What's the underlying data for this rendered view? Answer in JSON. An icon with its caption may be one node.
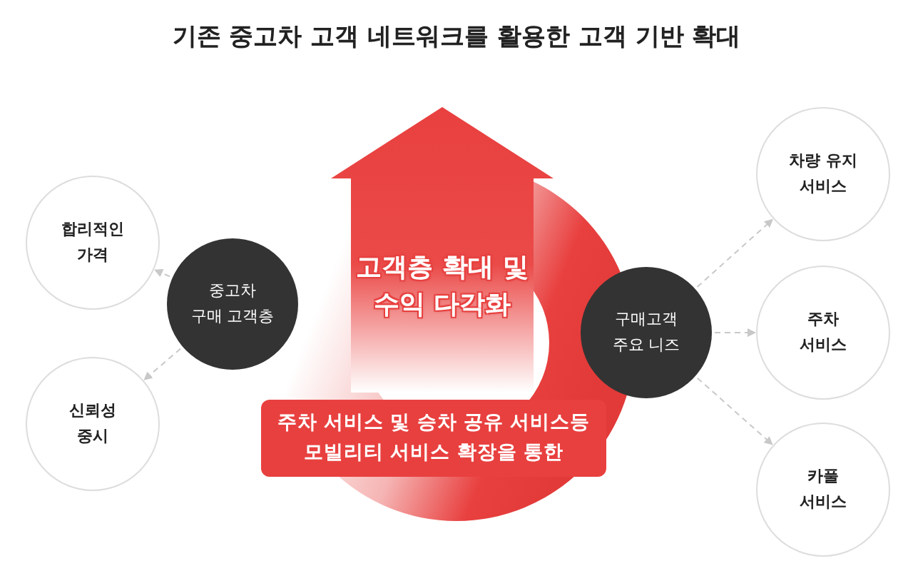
{
  "diagram": {
    "title": "기존 중고차 고객 네트워크를 활용한 고객 기반 확대",
    "nodes": [
      {
        "text": [
          "합리적인 가격"
        ]
      },
      {
        "text": [
          "신뢰성 중시"
        ]
      },
      {
        "text": [
          "중고차 구매 고객층"
        ]
      },
      {
        "text": [
          "고객층 확대 및 수익 다각화"
        ]
      },
      {
        "text": [
          "주차 서비스 및 승차 공유 서비스등 모빌리티 서비스 확장을 통한"
        ]
      },
      {
        "text": [
          "구매고객 주요 니즈"
        ]
      },
      {
        "text": [
          "차량 유지 서비스"
        ]
      },
      {
        "text": [
          "주차 서비스"
        ]
      },
      {
        "text": [
          "카풀 서비스"
        ]
      }
    ],
    "edges": [
      {
        "from": 2,
        "to": 0,
        "arrow": "to",
        "style": "dashed"
      },
      {
        "from": 2,
        "to": 1,
        "arrow": "to",
        "style": "dashed"
      },
      {
        "from": 5,
        "to": 6,
        "arrow": "to",
        "style": "dashed"
      },
      {
        "from": 5,
        "to": 7,
        "arrow": "to",
        "style": "dashed"
      },
      {
        "from": 5,
        "to": 8,
        "arrow": "to",
        "style": "dashed"
      }
    ]
  }
}
